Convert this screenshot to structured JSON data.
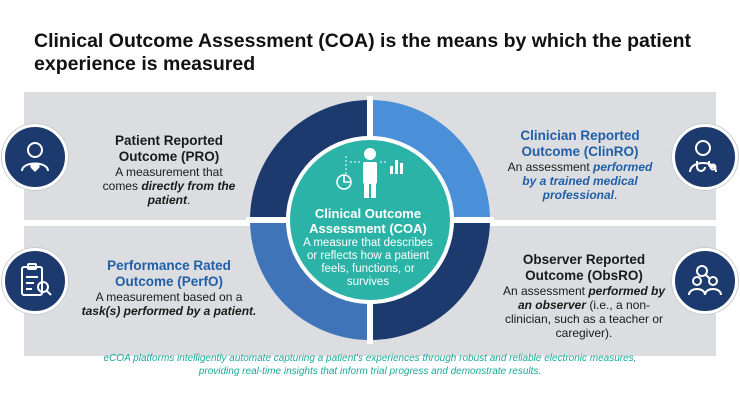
{
  "title": "Clinical Outcome Assessment (COA) is the means by which the patient experience is measured",
  "center": {
    "title": "Clinical Outcome Assessment (COA)",
    "description": "A measure that describes or reflects how a patient feels, functions, or survives"
  },
  "pro": {
    "heading": "Patient Reported Outcome (PRO)",
    "desc_plain": "A measurement that comes",
    "desc_emphasis": "directly from the patient",
    "desc_end": ".",
    "icon": "patient-heart-icon"
  },
  "clinro": {
    "heading": "Clinician Reported Outcome (ClinRO)",
    "desc_plain": "An assessment",
    "desc_emphasis": "performed by a trained medical professional",
    "desc_end": ".",
    "icon": "doctor-stethoscope-icon"
  },
  "perfo": {
    "heading": "Performance Rated Outcome (PerfO)",
    "desc_plain": "A measurement based on a",
    "desc_emphasis": "task(s) performed by a patient.",
    "icon": "clipboard-magnifier-icon"
  },
  "obsro": {
    "heading": "Observer Reported Outcome (ObsRO)",
    "desc_plain": "An assessment",
    "desc_emphasis": "performed by an observer",
    "desc_end": "(i.e., a non-clinician, such as a teacher or caregiver).",
    "icon": "people-magnifier-icon"
  },
  "footer": "eCOA platforms intelligently automate capturing a patient's experiences through robust and reliable electronic measures, providing real-time insights that inform trial progress and demonstrate results.",
  "colors": {
    "navy": "#1d3a6e",
    "mid_blue": "#3f74b8",
    "light_blue": "#4a90d9",
    "teal": "#2ab3a6",
    "band_gray": "#dcdde0",
    "heading_blue": "#1f5fa8",
    "footer_teal": "#1aa89b"
  }
}
